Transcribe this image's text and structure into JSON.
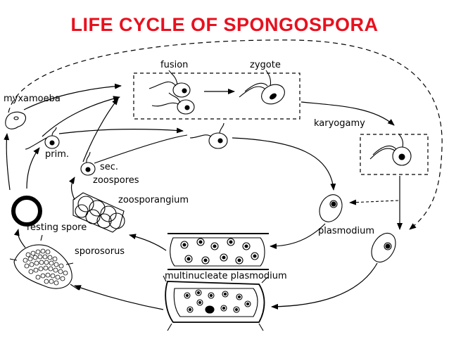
{
  "title": "LIFE CYCLE OF SPONGOSPORA",
  "colors": {
    "title": "#e8101e",
    "ink": "#000000",
    "paper": "#ffffff"
  },
  "labels": {
    "fusion": "fusion",
    "zygote": "zygote",
    "myxamoeba": "myxamoeba",
    "karyogamy": "karyogamy",
    "prim": "prim.",
    "sec": "sec.",
    "zoospores": "zoospores",
    "zoosporangium": "zoosporangium",
    "resting_spore": "resting spore",
    "plasmodium": "plasmodium",
    "sporosorus": "sporosorus",
    "multinucleate_plasmodium": "multinucleate plasmodium"
  }
}
